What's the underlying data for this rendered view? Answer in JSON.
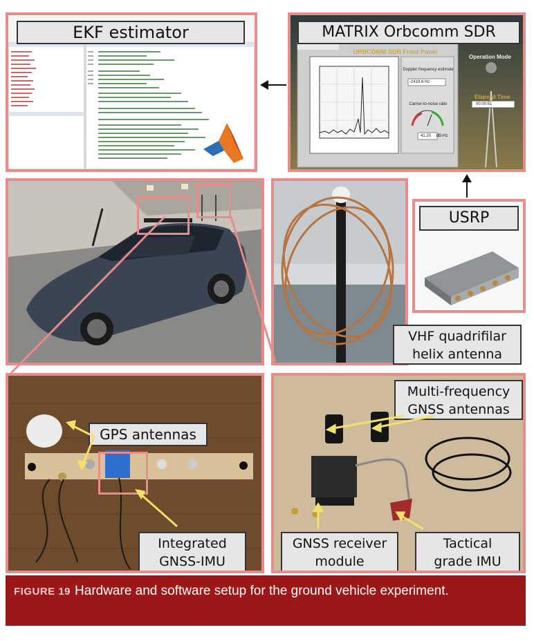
{
  "labels": {
    "ekf": "EKF estimator",
    "matrix": "MATRIX Orbcomm SDR",
    "usrp": "USRP",
    "vhf_line1": "VHF quadrifilar",
    "vhf_line2": "helix antenna",
    "gps": "GPS antennas",
    "multi_line1": "Multi-frequency",
    "multi_line2": "GNSS antennas",
    "imu_line1": "Integrated",
    "imu_line2": "GNSS-IMU",
    "receiver_line1": "GNSS receiver",
    "receiver_line2": "module",
    "tactical_line1": "Tactical",
    "tactical_line2": "grade IMU"
  },
  "sdr_panel": {
    "title": "ORBCOMM SDR Front Panel",
    "doppler_label": "Doppler frequency estimate",
    "doppler_value": "-2419.6",
    "doppler_unit": "Hz",
    "cnr_label": "Carrier-to-noise ratio",
    "cnr_value": "41.20",
    "cnr_unit": "dB-Hz",
    "op_mode": "Operation Mode",
    "elapsed": "Elapsed Time",
    "elapsed_value": "00:00:51"
  },
  "caption": {
    "fig_num": "FIGURE 19",
    "text": "Hardware and software setup for the ground vehicle experiment."
  },
  "colors": {
    "border": "#e88b8b",
    "caption_bg": "#9c1818",
    "label_bg": "#e6e6e6"
  }
}
